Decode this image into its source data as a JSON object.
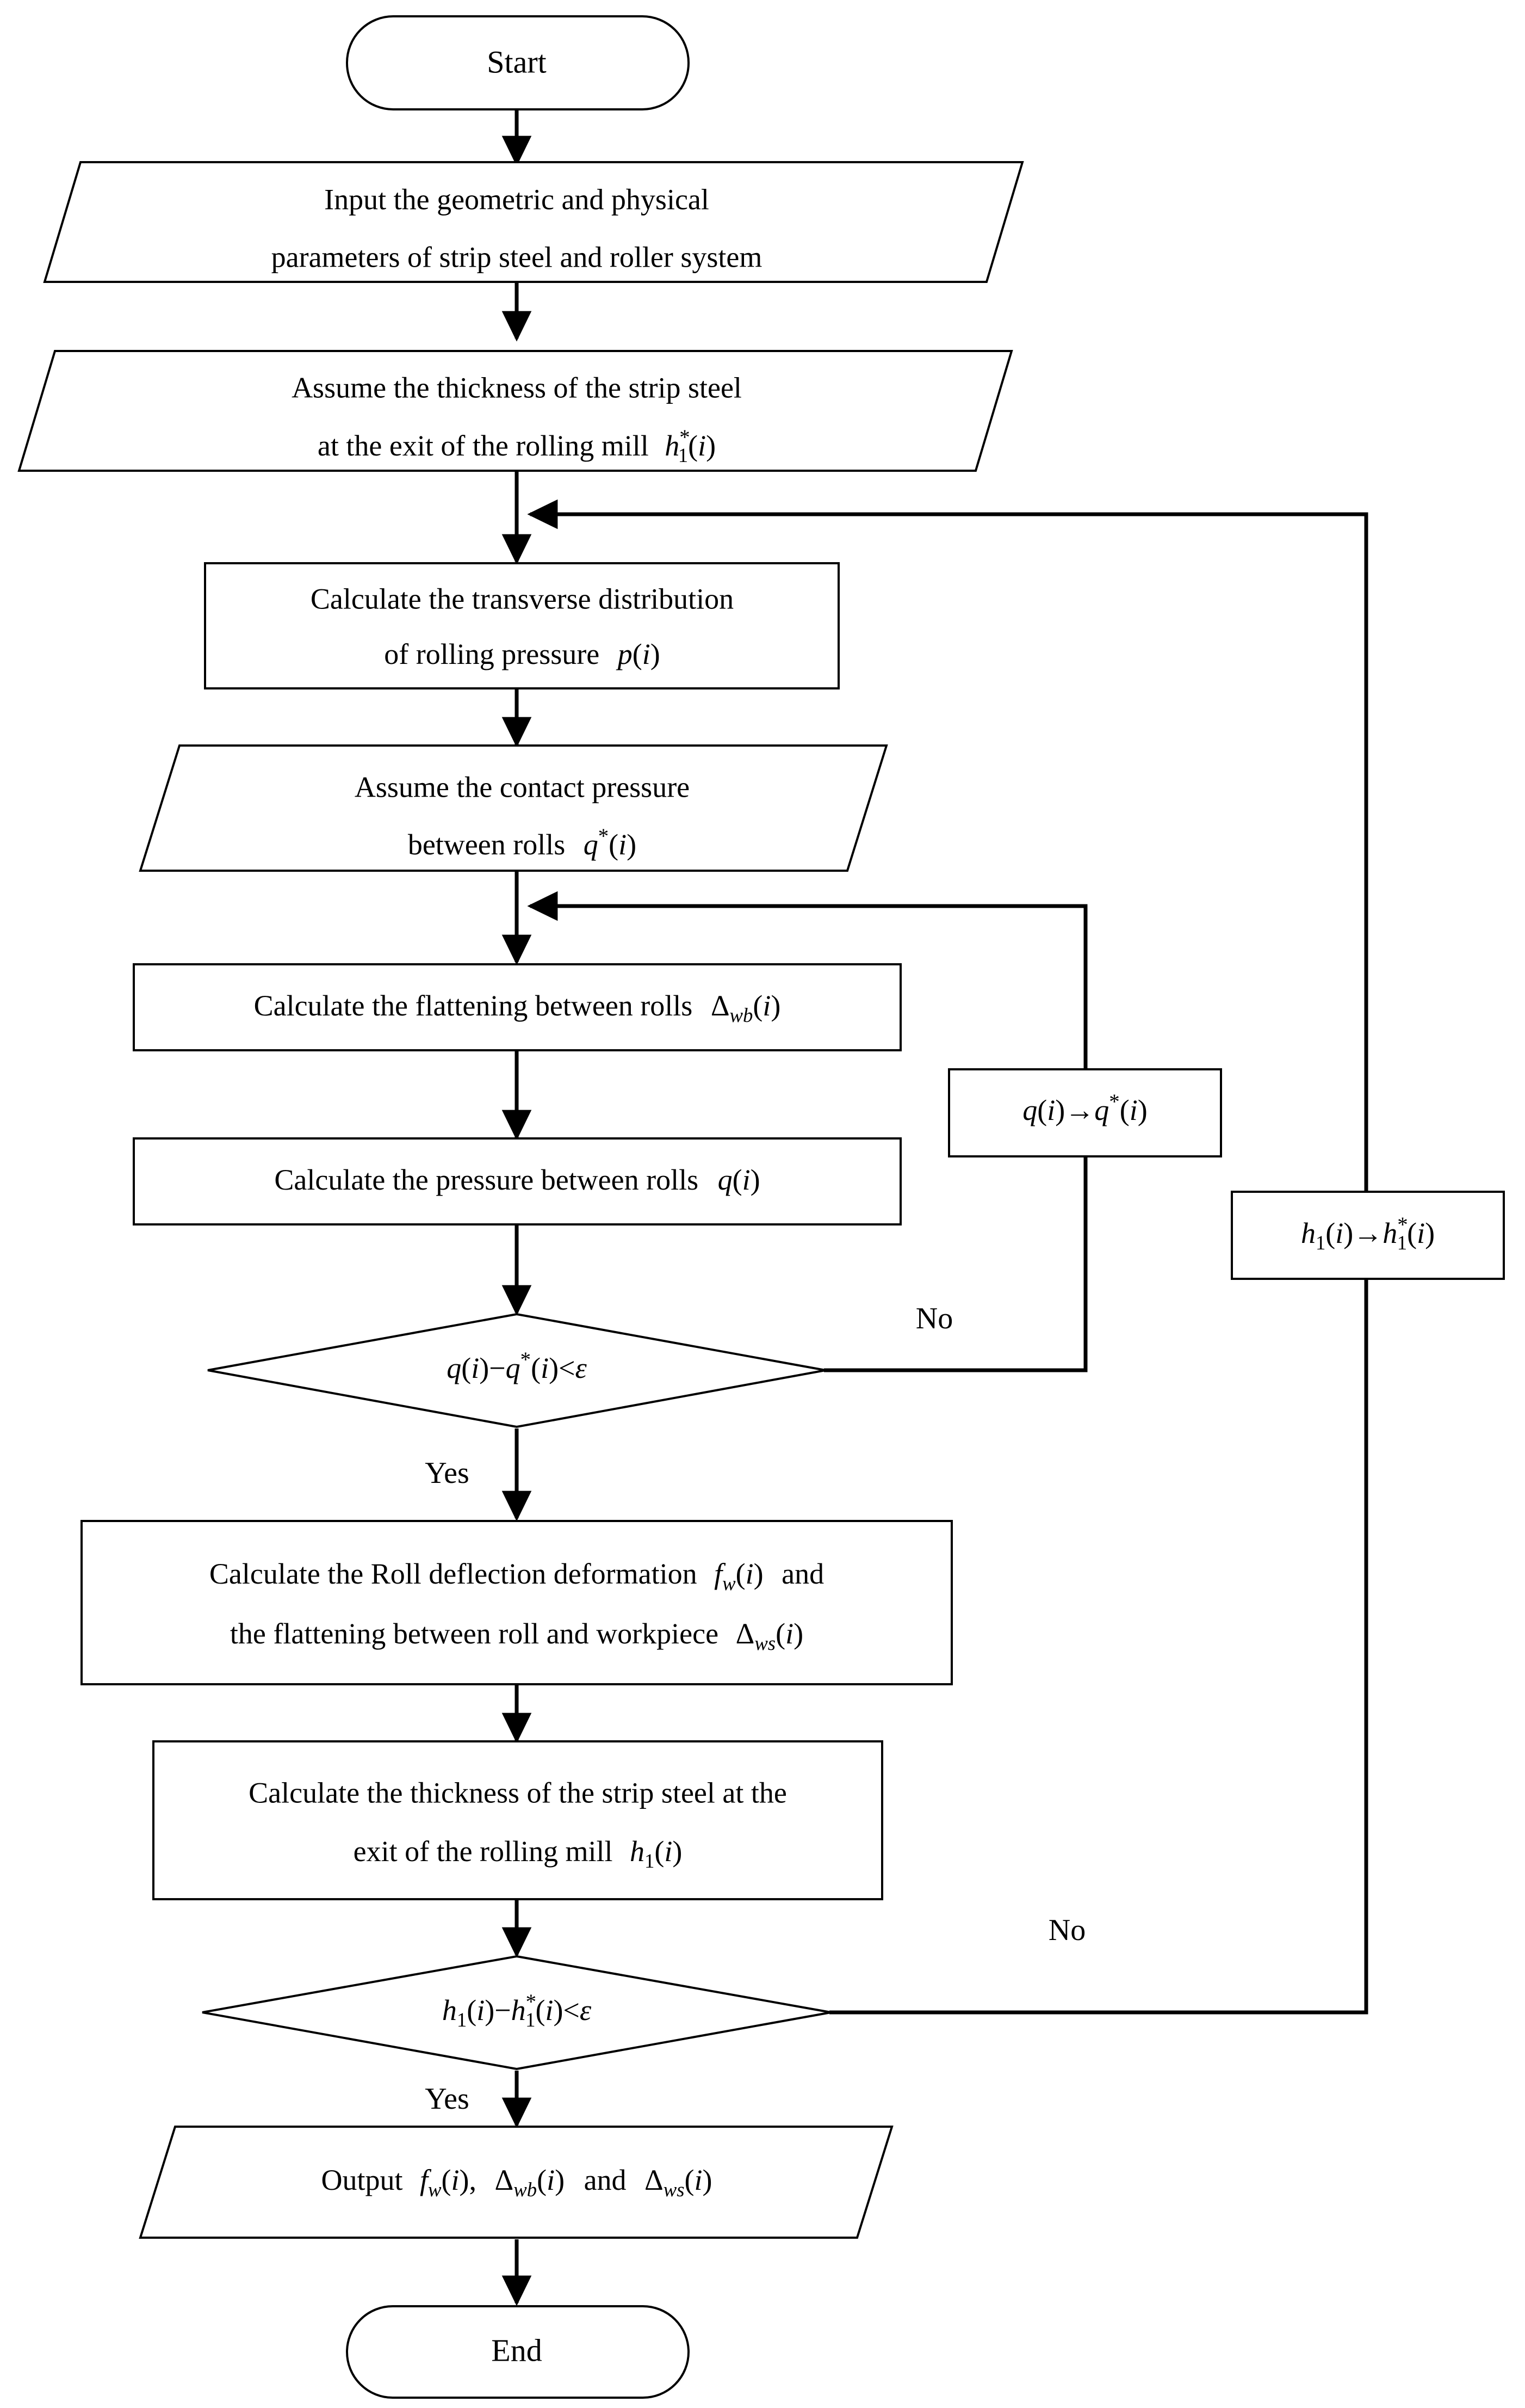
{
  "diagram": {
    "title": "Rolling mill strip thickness iterative calculation flowchart",
    "type": "flowchart",
    "background_color": "#ffffff",
    "line_color": "#000000"
  },
  "nodes": {
    "start": {
      "shape": "terminator",
      "label": "Start"
    },
    "input_params": {
      "shape": "parallelogram",
      "line1": "Input the geometric and physical",
      "line2": "parameters of strip steel and roller system"
    },
    "assume_thickness": {
      "shape": "parallelogram",
      "line1": "Assume the thickness of the strip steel",
      "line2_text": "at the exit of the rolling mill",
      "line2_math": "h₁*(i)"
    },
    "calc_pressure_dist": {
      "shape": "process",
      "line1": "Calculate the transverse distribution",
      "line2_text": "of rolling pressure",
      "line2_math": "p(i)"
    },
    "assume_contact_pressure": {
      "shape": "parallelogram",
      "line1": "Assume the contact pressure",
      "line2_text": "between rolls",
      "line2_math": "q*(i)"
    },
    "calc_flattening_rolls": {
      "shape": "process",
      "text": "Calculate the flattening between rolls",
      "math": "Δwb(i)"
    },
    "calc_pressure_rolls": {
      "shape": "process",
      "text": "Calculate the pressure between rolls",
      "math": "q(i)"
    },
    "decision_q": {
      "shape": "decision",
      "math": "q(i) − q*(i) < ε"
    },
    "feedback_q": {
      "shape": "process",
      "math": "q(i) → q*(i)"
    },
    "feedback_h": {
      "shape": "process",
      "math": "h₁(i) → h₁*(i)"
    },
    "calc_deflection": {
      "shape": "process",
      "line1_text": "Calculate the Roll deflection deformation",
      "line1_math": "fw(i)",
      "line1_tail": "and",
      "line2_text": "the flattening between roll and workpiece",
      "line2_math": "Δws(i)"
    },
    "calc_thickness": {
      "shape": "process",
      "line1": "Calculate the thickness of the strip steel  at the",
      "line2_text": "exit of the rolling mill",
      "line2_math": "h₁(i)"
    },
    "decision_h": {
      "shape": "decision",
      "math": "h₁(i) − h₁*(i) < ε"
    },
    "output": {
      "shape": "parallelogram",
      "text": "Output",
      "math1": "fw(i)",
      "sep1": ",",
      "math2": "Δwb(i)",
      "conj": "and",
      "math3": "Δws(i)"
    },
    "end": {
      "shape": "terminator",
      "label": "End"
    }
  },
  "branch_labels": {
    "decision_q_no": "No",
    "decision_q_yes": "Yes",
    "decision_h_no": "No",
    "decision_h_yes": "Yes"
  },
  "symbols": {
    "h": "h",
    "p": "p",
    "q": "q",
    "f": "f",
    "delta": "Δ",
    "epsilon": "ε",
    "arrow": "→",
    "minus": "−",
    "less_than": "<",
    "star": "*",
    "sub_one": "1",
    "sub_w": "w",
    "sub_wb": "wb",
    "sub_ws": "ws",
    "index": "i"
  }
}
